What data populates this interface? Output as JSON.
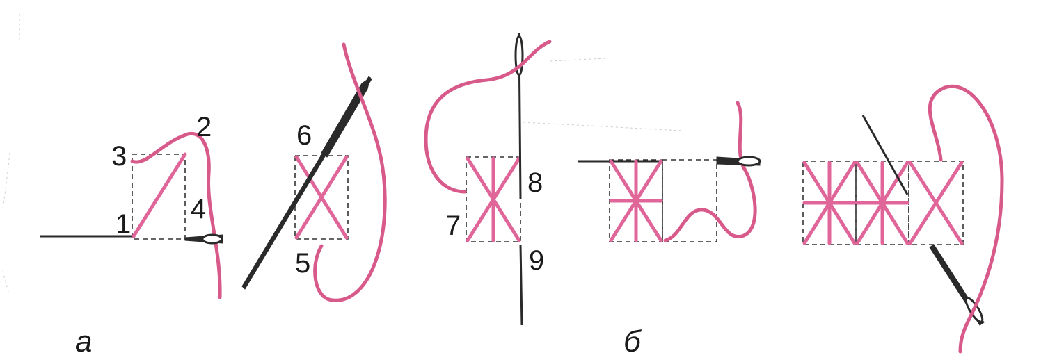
{
  "colors": {
    "thread": "#e0669a",
    "needle": "#2a2a2a",
    "grid": "#333333",
    "background": "#ffffff"
  },
  "step_numbers": [
    "1",
    "2",
    "3",
    "4",
    "5",
    "6",
    "7",
    "8",
    "9"
  ],
  "captions": {
    "a": "а",
    "b": "б"
  }
}
